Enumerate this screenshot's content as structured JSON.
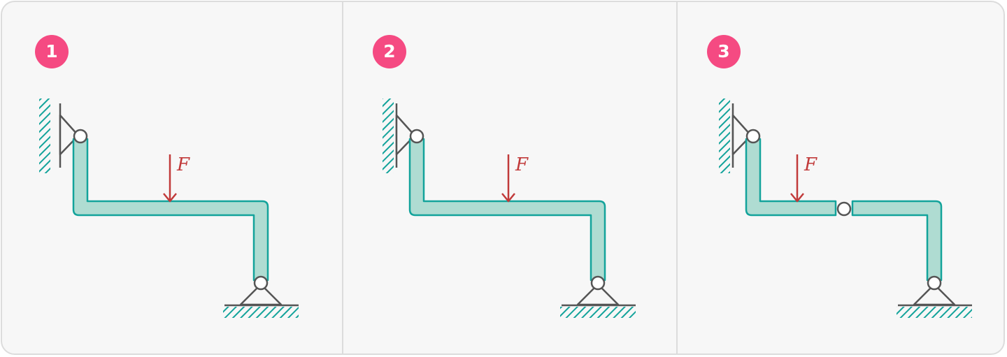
{
  "colors": {
    "background": "#f7f7f7",
    "border": "#dcdcdc",
    "badge": "#f54a82",
    "beam_fill": "#afdcd2",
    "beam_stroke": "#13a39b",
    "hatch": "#13a39b",
    "support": "#555555",
    "force": "#c13a3a"
  },
  "panels": [
    {
      "number": "1",
      "force_label": "F",
      "has_internal_hinge": false
    },
    {
      "number": "2",
      "force_label": "F",
      "has_internal_hinge": false
    },
    {
      "number": "3",
      "force_label": "F",
      "has_internal_hinge": true
    }
  ]
}
